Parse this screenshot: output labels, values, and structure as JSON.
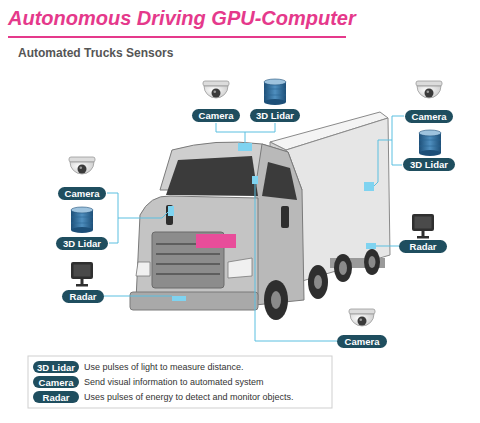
{
  "diagram": {
    "title": "Autonomous Driving GPU-Computer",
    "nodes": [
      {
        "text": [
          "Camera"
        ]
      },
      {
        "text": [
          "3D Lidar"
        ]
      },
      {
        "text": [
          "Camera"
        ]
      },
      {
        "text": [
          "3D Lidar"
        ]
      },
      {
        "text": [
          "Camera"
        ]
      },
      {
        "text": [
          "3D Lidar"
        ]
      },
      {
        "text": [
          "Radar"
        ]
      },
      {
        "text": [
          "Radar"
        ]
      },
      {
        "text": [
          "Camera"
        ]
      },
      {
        "text": [
          "3D Lidar"
        ]
      },
      {
        "text": [
          "Camera"
        ]
      },
      {
        "text": [
          "Radar"
        ]
      }
    ],
    "labels": [
      "Automated Trucks Sensors",
      "Use pulses of light to measure distance.",
      "Send visual information to automated system",
      "Uses pulses of energy to detect and monitor objects."
    ]
  }
}
